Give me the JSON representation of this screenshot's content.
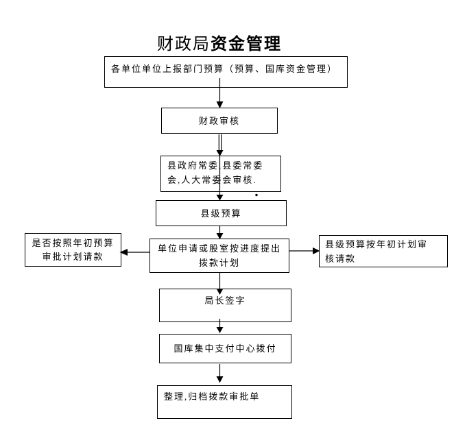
{
  "title": {
    "prefix": "财政局",
    "emphasis": "资金管理"
  },
  "nodes": {
    "report": {
      "text": "各单位单位上报部门预算（预算、国库资金管理）"
    },
    "review": {
      "text": "财政审核"
    },
    "committee": {
      "lines": [
        "县政府常委,县委常委",
        "会,人大常委会审核."
      ]
    },
    "budget": {
      "text": "县级预算"
    },
    "plan_check": {
      "lines": [
        "是否按照年初预算",
        "审批计划请款"
      ]
    },
    "apply": {
      "lines": [
        "单位申请或股室按进度提出",
        "拨款计划"
      ]
    },
    "audit": {
      "lines": [
        "县级预算按年初计划审",
        "核请款"
      ]
    },
    "sign": {
      "text": "局长签字"
    },
    "pay": {
      "text": "国库集中支付中心拨付"
    },
    "archive": {
      "text": "整理,归档拨款审批单"
    }
  },
  "colors": {
    "line": "#000000",
    "border": "#000000",
    "background": "#ffffff",
    "text": "#000000"
  }
}
